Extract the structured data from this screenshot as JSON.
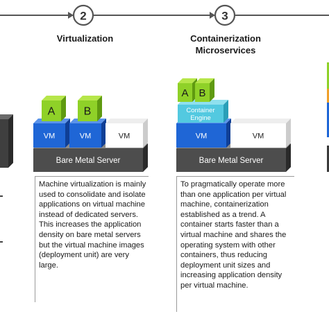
{
  "steps": [
    {
      "number": "2",
      "title": "Virtualization",
      "subtitle": "",
      "blocks": [
        "A",
        "B"
      ],
      "vm_labels": [
        "VM",
        "VM",
        "VM"
      ],
      "server": "Bare Metal Server",
      "description": "Machine virtualization is mainly used to consolidate and isolate applications on virtual machine instead of dedicated servers. This increases the application density on bare metal servers but the virtual machine images (deployment unit) are very large."
    },
    {
      "number": "3",
      "title": "Containerization",
      "subtitle": "Microservices",
      "blocks": [
        "A",
        "B"
      ],
      "engine_label": "Container Engine",
      "vm_labels": [
        "VM",
        "VM"
      ],
      "server": "Bare Metal Server",
      "description": "To pragmatically operate more than one application per virtual machine, containerization established as a trend. A container starts faster than a virtual machine and shares the operating system with other containers, thus reducing deployment unit sizes and increasing application density per virtual machine."
    }
  ],
  "colors": {
    "timeline": "#555555",
    "green_front": "#8fd128",
    "green_top": "#b6e64a",
    "green_side": "#5f9a10",
    "blue_front": "#1f66d6",
    "blue_top": "#5a93ea",
    "blue_side": "#0f3f96",
    "engine_front": "#53c9e0",
    "engine_top": "#8fe0ee",
    "engine_side": "#2a9fb8",
    "white_front": "#ffffff",
    "white_top": "#eeeeee",
    "white_side": "#cccccc",
    "server_front": "#4d4d4d",
    "server_top": "#8a8a8a",
    "server_side": "#2a2a2a",
    "right_edge_stack": [
      "#8fd128",
      "#f0a02a",
      "#1f66d6",
      "#3a3a3a"
    ]
  }
}
